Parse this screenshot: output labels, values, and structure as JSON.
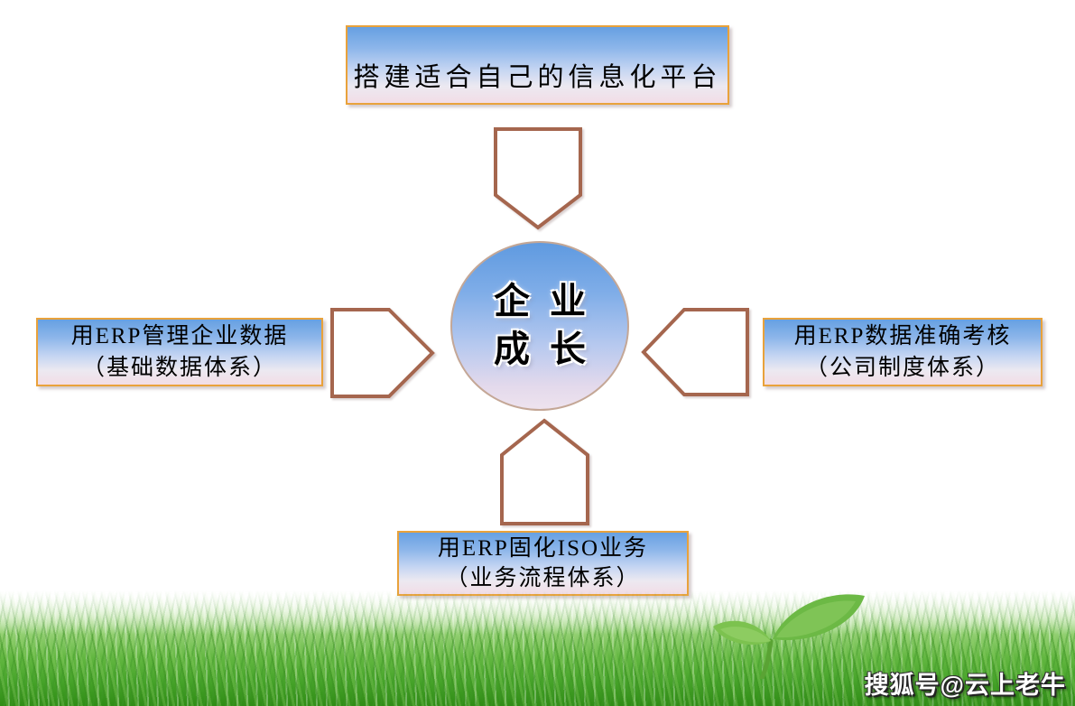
{
  "center": {
    "lines": [
      "企业",
      "成长"
    ]
  },
  "boxes": {
    "top": {
      "lines": [
        "搭建适合自己的信息化平台"
      ]
    },
    "left": {
      "lines": [
        "用ERP管理企业数据",
        "（基础数据体系）"
      ]
    },
    "right": {
      "lines": [
        "用ERP数据准确考核",
        "（公司制度体系）"
      ]
    },
    "bottom": {
      "lines": [
        "用ERP固化ISO业务",
        "（业务流程体系）"
      ]
    }
  },
  "arrows": [
    {
      "direction": "down",
      "from": "top-box",
      "to": "center-circle"
    },
    {
      "direction": "right",
      "from": "left-box",
      "to": "center-circle"
    },
    {
      "direction": "left",
      "from": "right-box",
      "to": "center-circle"
    },
    {
      "direction": "up",
      "from": "bottom-box",
      "to": "center-circle"
    }
  ],
  "watermark": {
    "text": "搜狐号@云上老牛"
  },
  "colors": {
    "box_border": "#e9a23b",
    "box_gradient_top": "#66a0e2",
    "box_gradient_bottom": "#f2dde6",
    "arrow_outline": "#a5664e",
    "circle_gradient_top": "#5f9ae0",
    "circle_gradient_bottom": "#eee3ee",
    "circle_border": "#c4a796",
    "grass_green_dark": "#2f8c15",
    "grass_green_light": "#92cf72"
  }
}
